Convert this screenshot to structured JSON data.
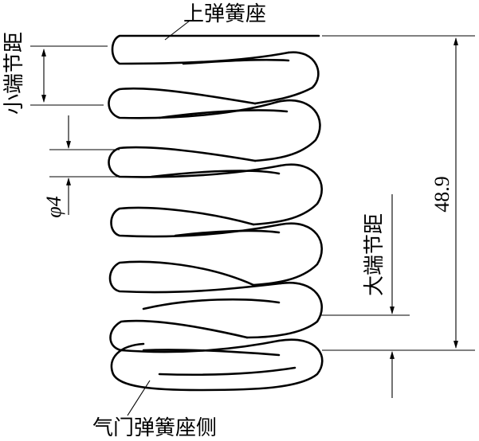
{
  "labels": {
    "top_seat": "上弹簧座",
    "valve_side": "气门弹簧座侧",
    "small_pitch": "小端节距",
    "large_pitch": "大端节距",
    "wire_dia": "φ4",
    "free_length": "48.9"
  }
}
